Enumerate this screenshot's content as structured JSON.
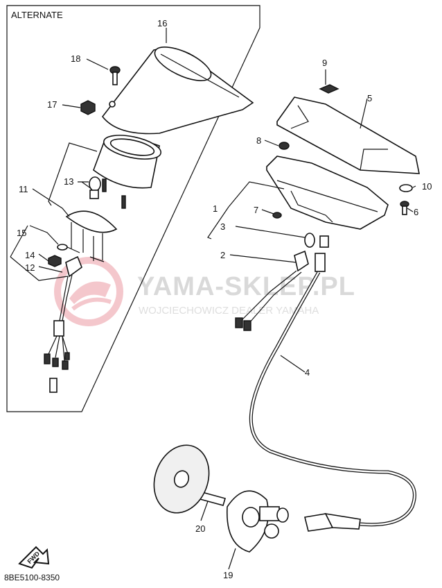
{
  "section_label": "ALTERNATE",
  "drawing_code": "8BE5100-8350",
  "fwd_label": "FWD",
  "watermark": {
    "title": "YAMA-SKLEP.PL",
    "subtitle": "WOJCIECHOWICZ DEALER YAMAHA"
  },
  "callouts": [
    "1",
    "2",
    "3",
    "4",
    "5",
    "6",
    "7",
    "8",
    "9",
    "10",
    "11",
    "12",
    "13",
    "14",
    "15",
    "16",
    "17",
    "18",
    "19",
    "20"
  ]
}
